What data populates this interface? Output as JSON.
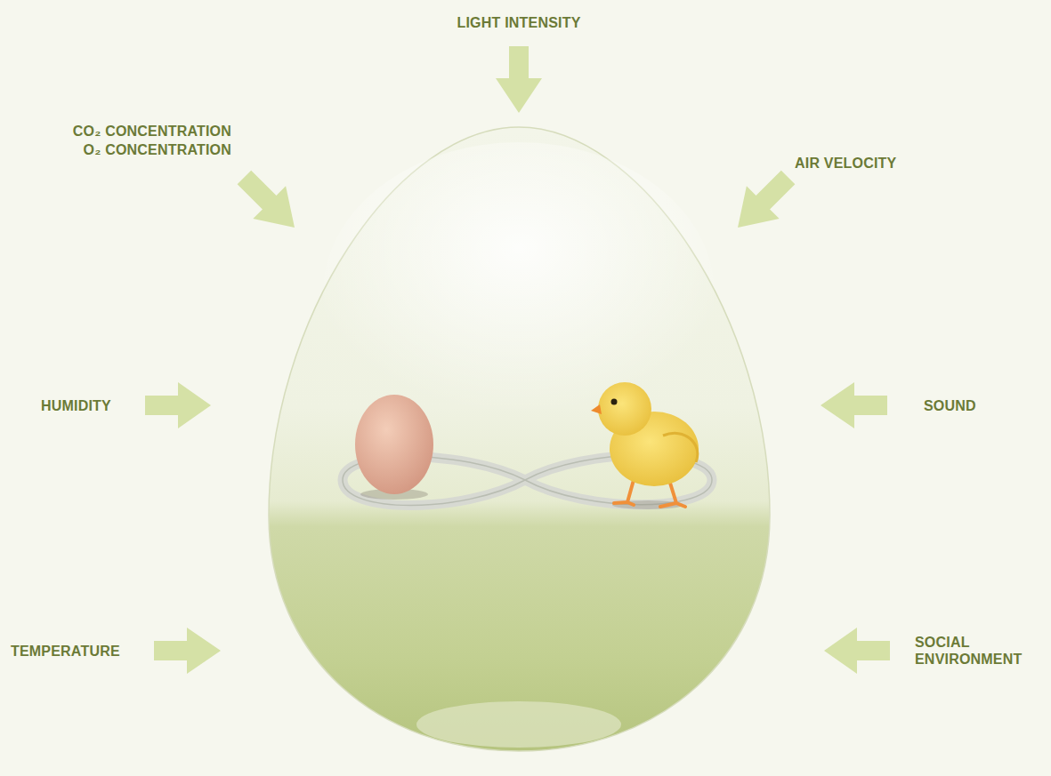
{
  "diagram": {
    "labels": [
      "LIGHT INTENSITY",
      "CO₂ CONCENTRATION",
      "O₂ CONCENTRATION",
      "AIR VELOCITY",
      "HUMIDITY",
      "SOUND",
      "TEMPERATURE",
      "SOCIAL ENVIRONMENT"
    ]
  }
}
